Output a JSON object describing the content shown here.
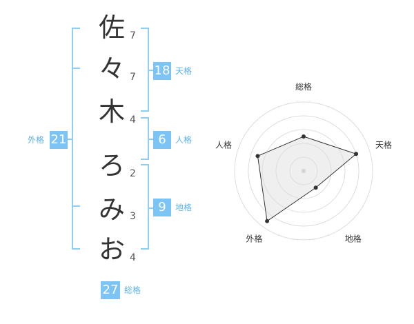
{
  "name": {
    "characters": [
      {
        "char": "佐",
        "strokes": "7"
      },
      {
        "char": "々",
        "strokes": "7"
      },
      {
        "char": "木",
        "strokes": "4"
      },
      {
        "char": "ろ",
        "strokes": "2"
      },
      {
        "char": "み",
        "strokes": "3"
      },
      {
        "char": "お",
        "strokes": "4"
      }
    ]
  },
  "grid": {
    "tenkaku": {
      "label": "天格",
      "value": "18"
    },
    "jinkaku": {
      "label": "人格",
      "value": "6"
    },
    "chikaku": {
      "label": "地格",
      "value": "9"
    },
    "gaikaku": {
      "label": "外格",
      "value": "21"
    },
    "soukaku": {
      "label": "総格",
      "value": "27"
    }
  },
  "colors": {
    "accent": "#7cc4f4",
    "bracket": "#8ecdf5",
    "radar_fill": "#eeeeee",
    "grid_line": "#dddddd"
  },
  "chart_data": {
    "type": "radar",
    "axes": [
      "総格",
      "天格",
      "地格",
      "外格",
      "人格"
    ],
    "values": [
      2.5,
      4,
      1.5,
      4.5,
      3.5
    ],
    "rmax": 5,
    "rings": 5
  }
}
